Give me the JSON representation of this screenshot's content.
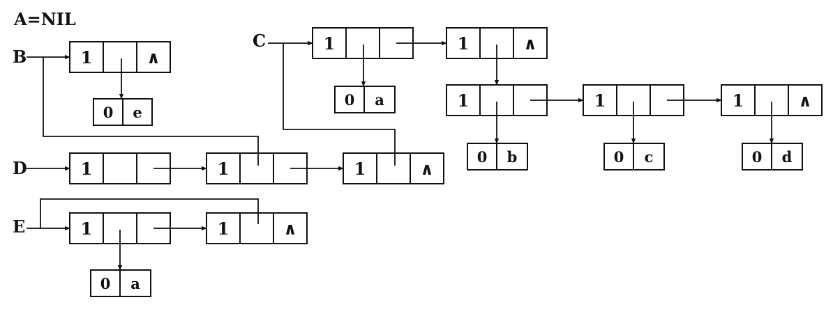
{
  "title": "A=NIL",
  "labels": [
    "B",
    "C",
    "D",
    "E"
  ],
  "nodes": [
    {
      "id": "B1",
      "tag": "1",
      "tail": "∧"
    },
    {
      "id": "C1",
      "tag": "1",
      "tail": ""
    },
    {
      "id": "C2",
      "tag": "1",
      "tail": "∧"
    },
    {
      "id": "C3",
      "tag": "1",
      "tail": ""
    },
    {
      "id": "C4",
      "tag": "1",
      "tail": ""
    },
    {
      "id": "C5",
      "tag": "1",
      "tail": "∧"
    },
    {
      "id": "D1",
      "tag": "1",
      "tail": ""
    },
    {
      "id": "D2",
      "tag": "1",
      "tail": ""
    },
    {
      "id": "D3",
      "tag": "1",
      "tail": "∧"
    },
    {
      "id": "E1",
      "tag": "1",
      "tail": ""
    },
    {
      "id": "E2",
      "tag": "1",
      "tail": "∧"
    }
  ],
  "atoms": [
    {
      "id": "e",
      "tag": "0",
      "value": "e"
    },
    {
      "id": "a1",
      "tag": "0",
      "value": "a"
    },
    {
      "id": "b",
      "tag": "0",
      "value": "b"
    },
    {
      "id": "c",
      "tag": "0",
      "value": "c"
    },
    {
      "id": "d",
      "tag": "0",
      "value": "d"
    },
    {
      "id": "a2",
      "tag": "0",
      "value": "a"
    }
  ]
}
